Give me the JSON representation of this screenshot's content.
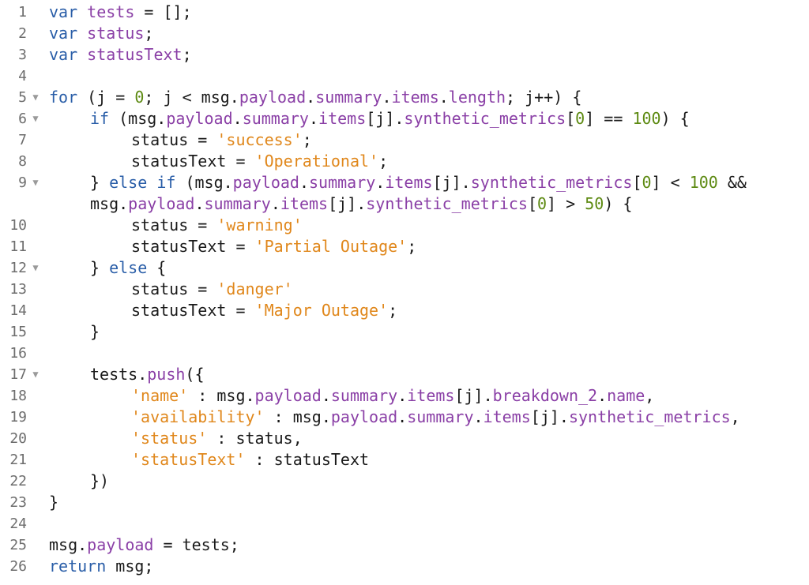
{
  "editor": {
    "fold_glyph": "▼",
    "lines": [
      {
        "num": "1",
        "fold": false,
        "indent": 0,
        "tokens": [
          {
            "t": "var",
            "c": "kw"
          },
          {
            "t": " "
          },
          {
            "t": "tests",
            "c": "var"
          },
          {
            "t": " = [];"
          }
        ]
      },
      {
        "num": "2",
        "fold": false,
        "indent": 0,
        "tokens": [
          {
            "t": "var",
            "c": "kw"
          },
          {
            "t": " "
          },
          {
            "t": "status",
            "c": "var"
          },
          {
            "t": ";"
          }
        ]
      },
      {
        "num": "3",
        "fold": false,
        "indent": 0,
        "tokens": [
          {
            "t": "var",
            "c": "kw"
          },
          {
            "t": " "
          },
          {
            "t": "statusText",
            "c": "var"
          },
          {
            "t": ";"
          }
        ]
      },
      {
        "num": "4",
        "fold": false,
        "indent": 0,
        "tokens": []
      },
      {
        "num": "5",
        "fold": true,
        "indent": 0,
        "tokens": [
          {
            "t": "for",
            "c": "kw"
          },
          {
            "t": " (j = "
          },
          {
            "t": "0",
            "c": "num"
          },
          {
            "t": "; j < msg."
          },
          {
            "t": "payload",
            "c": "prop"
          },
          {
            "t": "."
          },
          {
            "t": "summary",
            "c": "prop"
          },
          {
            "t": "."
          },
          {
            "t": "items",
            "c": "prop"
          },
          {
            "t": "."
          },
          {
            "t": "length",
            "c": "prop"
          },
          {
            "t": "; j++) {"
          }
        ]
      },
      {
        "num": "6",
        "fold": true,
        "indent": 1,
        "tokens": [
          {
            "t": "if",
            "c": "kw"
          },
          {
            "t": " (msg."
          },
          {
            "t": "payload",
            "c": "prop"
          },
          {
            "t": "."
          },
          {
            "t": "summary",
            "c": "prop"
          },
          {
            "t": "."
          },
          {
            "t": "items",
            "c": "prop"
          },
          {
            "t": "[j]."
          },
          {
            "t": "synthetic_metrics",
            "c": "prop"
          },
          {
            "t": "["
          },
          {
            "t": "0",
            "c": "num"
          },
          {
            "t": "] == "
          },
          {
            "t": "100",
            "c": "num"
          },
          {
            "t": ") {"
          }
        ]
      },
      {
        "num": "7",
        "fold": false,
        "indent": 2,
        "tokens": [
          {
            "t": "status = "
          },
          {
            "t": "'success'",
            "c": "str"
          },
          {
            "t": ";"
          }
        ]
      },
      {
        "num": "8",
        "fold": false,
        "indent": 2,
        "tokens": [
          {
            "t": "statusText = "
          },
          {
            "t": "'Operational'",
            "c": "str"
          },
          {
            "t": ";"
          }
        ]
      },
      {
        "num": "9",
        "fold": true,
        "indent": 1,
        "tokens": [
          {
            "t": "} "
          },
          {
            "t": "else",
            "c": "kw"
          },
          {
            "t": " "
          },
          {
            "t": "if",
            "c": "kw"
          },
          {
            "t": " (msg."
          },
          {
            "t": "payload",
            "c": "prop"
          },
          {
            "t": "."
          },
          {
            "t": "summary",
            "c": "prop"
          },
          {
            "t": "."
          },
          {
            "t": "items",
            "c": "prop"
          },
          {
            "t": "[j]."
          },
          {
            "t": "synthetic_metrics",
            "c": "prop"
          },
          {
            "t": "["
          },
          {
            "t": "0",
            "c": "num"
          },
          {
            "t": "] < "
          },
          {
            "t": "100",
            "c": "num"
          },
          {
            "t": " &&"
          }
        ]
      },
      {
        "num": "",
        "fold": false,
        "indent": 1,
        "tokens": [
          {
            "t": "msg."
          },
          {
            "t": "payload",
            "c": "prop"
          },
          {
            "t": "."
          },
          {
            "t": "summary",
            "c": "prop"
          },
          {
            "t": "."
          },
          {
            "t": "items",
            "c": "prop"
          },
          {
            "t": "[j]."
          },
          {
            "t": "synthetic_metrics",
            "c": "prop"
          },
          {
            "t": "["
          },
          {
            "t": "0",
            "c": "num"
          },
          {
            "t": "] > "
          },
          {
            "t": "50",
            "c": "num"
          },
          {
            "t": ") {"
          }
        ]
      },
      {
        "num": "10",
        "fold": false,
        "indent": 2,
        "tokens": [
          {
            "t": "status = "
          },
          {
            "t": "'warning'",
            "c": "str"
          }
        ]
      },
      {
        "num": "11",
        "fold": false,
        "indent": 2,
        "tokens": [
          {
            "t": "statusText = "
          },
          {
            "t": "'Partial Outage'",
            "c": "str"
          },
          {
            "t": ";"
          }
        ]
      },
      {
        "num": "12",
        "fold": true,
        "indent": 1,
        "tokens": [
          {
            "t": "} "
          },
          {
            "t": "else",
            "c": "kw"
          },
          {
            "t": " {"
          }
        ]
      },
      {
        "num": "13",
        "fold": false,
        "indent": 2,
        "tokens": [
          {
            "t": "status = "
          },
          {
            "t": "'danger'",
            "c": "str"
          }
        ]
      },
      {
        "num": "14",
        "fold": false,
        "indent": 2,
        "tokens": [
          {
            "t": "statusText = "
          },
          {
            "t": "'Major Outage'",
            "c": "str"
          },
          {
            "t": ";"
          }
        ]
      },
      {
        "num": "15",
        "fold": false,
        "indent": 1,
        "tokens": [
          {
            "t": "}"
          }
        ]
      },
      {
        "num": "16",
        "fold": false,
        "indent": 0,
        "tokens": []
      },
      {
        "num": "17",
        "fold": true,
        "indent": 1,
        "tokens": [
          {
            "t": "tests."
          },
          {
            "t": "push",
            "c": "prop"
          },
          {
            "t": "({"
          }
        ]
      },
      {
        "num": "18",
        "fold": false,
        "indent": 2,
        "tokens": [
          {
            "t": "'name'",
            "c": "str"
          },
          {
            "t": " : msg."
          },
          {
            "t": "payload",
            "c": "prop"
          },
          {
            "t": "."
          },
          {
            "t": "summary",
            "c": "prop"
          },
          {
            "t": "."
          },
          {
            "t": "items",
            "c": "prop"
          },
          {
            "t": "[j]."
          },
          {
            "t": "breakdown_2",
            "c": "prop"
          },
          {
            "t": "."
          },
          {
            "t": "name",
            "c": "prop"
          },
          {
            "t": ","
          }
        ]
      },
      {
        "num": "19",
        "fold": false,
        "indent": 2,
        "tokens": [
          {
            "t": "'availability'",
            "c": "str"
          },
          {
            "t": " : msg."
          },
          {
            "t": "payload",
            "c": "prop"
          },
          {
            "t": "."
          },
          {
            "t": "summary",
            "c": "prop"
          },
          {
            "t": "."
          },
          {
            "t": "items",
            "c": "prop"
          },
          {
            "t": "[j]."
          },
          {
            "t": "synthetic_metrics",
            "c": "prop"
          },
          {
            "t": ","
          }
        ]
      },
      {
        "num": "20",
        "fold": false,
        "indent": 2,
        "tokens": [
          {
            "t": "'status'",
            "c": "str"
          },
          {
            "t": " : status,"
          }
        ]
      },
      {
        "num": "21",
        "fold": false,
        "indent": 2,
        "tokens": [
          {
            "t": "'statusText'",
            "c": "str"
          },
          {
            "t": " : statusText"
          }
        ]
      },
      {
        "num": "22",
        "fold": false,
        "indent": 1,
        "tokens": [
          {
            "t": "})"
          }
        ]
      },
      {
        "num": "23",
        "fold": false,
        "indent": 0,
        "tokens": [
          {
            "t": "}"
          }
        ]
      },
      {
        "num": "24",
        "fold": false,
        "indent": 0,
        "tokens": []
      },
      {
        "num": "25",
        "fold": false,
        "indent": 0,
        "tokens": [
          {
            "t": "msg."
          },
          {
            "t": "payload",
            "c": "prop"
          },
          {
            "t": " = tests;"
          }
        ]
      },
      {
        "num": "26",
        "fold": false,
        "indent": 0,
        "tokens": [
          {
            "t": "return",
            "c": "kw"
          },
          {
            "t": " msg;"
          }
        ]
      }
    ]
  }
}
